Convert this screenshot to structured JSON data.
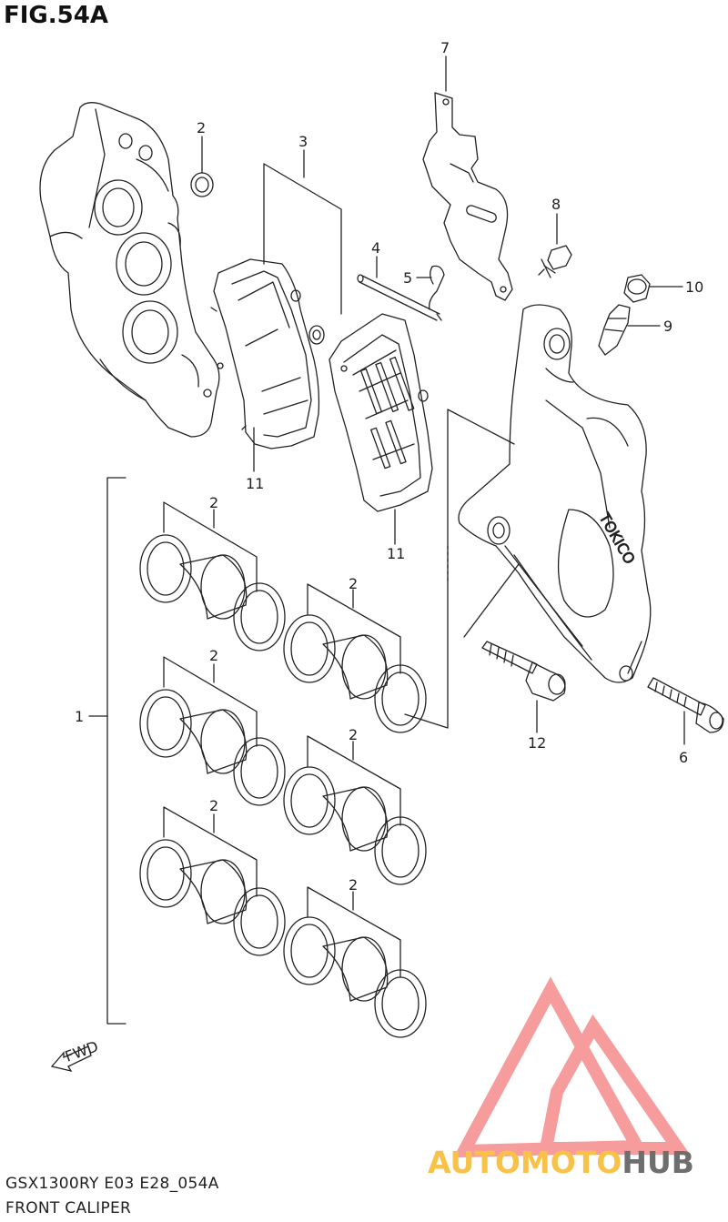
{
  "figure": {
    "title": "FIG.54A",
    "model_code": "GSX1300RY E03 E28_054A",
    "assembly_name": "FRONT CALIPER"
  },
  "callouts": [
    {
      "id": "c1",
      "label": "1"
    },
    {
      "id": "c2a",
      "label": "2"
    },
    {
      "id": "c2b",
      "label": "2"
    },
    {
      "id": "c2c",
      "label": "2"
    },
    {
      "id": "c2d",
      "label": "2"
    },
    {
      "id": "c2e",
      "label": "2"
    },
    {
      "id": "c2f",
      "label": "2"
    },
    {
      "id": "c2g",
      "label": "2"
    },
    {
      "id": "c3",
      "label": "3"
    },
    {
      "id": "c4",
      "label": "4"
    },
    {
      "id": "c5",
      "label": "5"
    },
    {
      "id": "c6",
      "label": "6"
    },
    {
      "id": "c7",
      "label": "7"
    },
    {
      "id": "c8",
      "label": "8"
    },
    {
      "id": "c9",
      "label": "9"
    },
    {
      "id": "c10",
      "label": "10"
    },
    {
      "id": "c11a",
      "label": "11"
    },
    {
      "id": "c11b",
      "label": "11"
    },
    {
      "id": "c12",
      "label": "12"
    }
  ],
  "direction_marker": {
    "label": "FWD"
  },
  "caliper_brand": "TOKICO",
  "watermark": {
    "text_accent": "AUTOMOTO",
    "text_dark": "HUB",
    "accent_color": "#f8c24a",
    "dark_color": "#6e6e6e",
    "logo_color": "#f47c7c"
  }
}
